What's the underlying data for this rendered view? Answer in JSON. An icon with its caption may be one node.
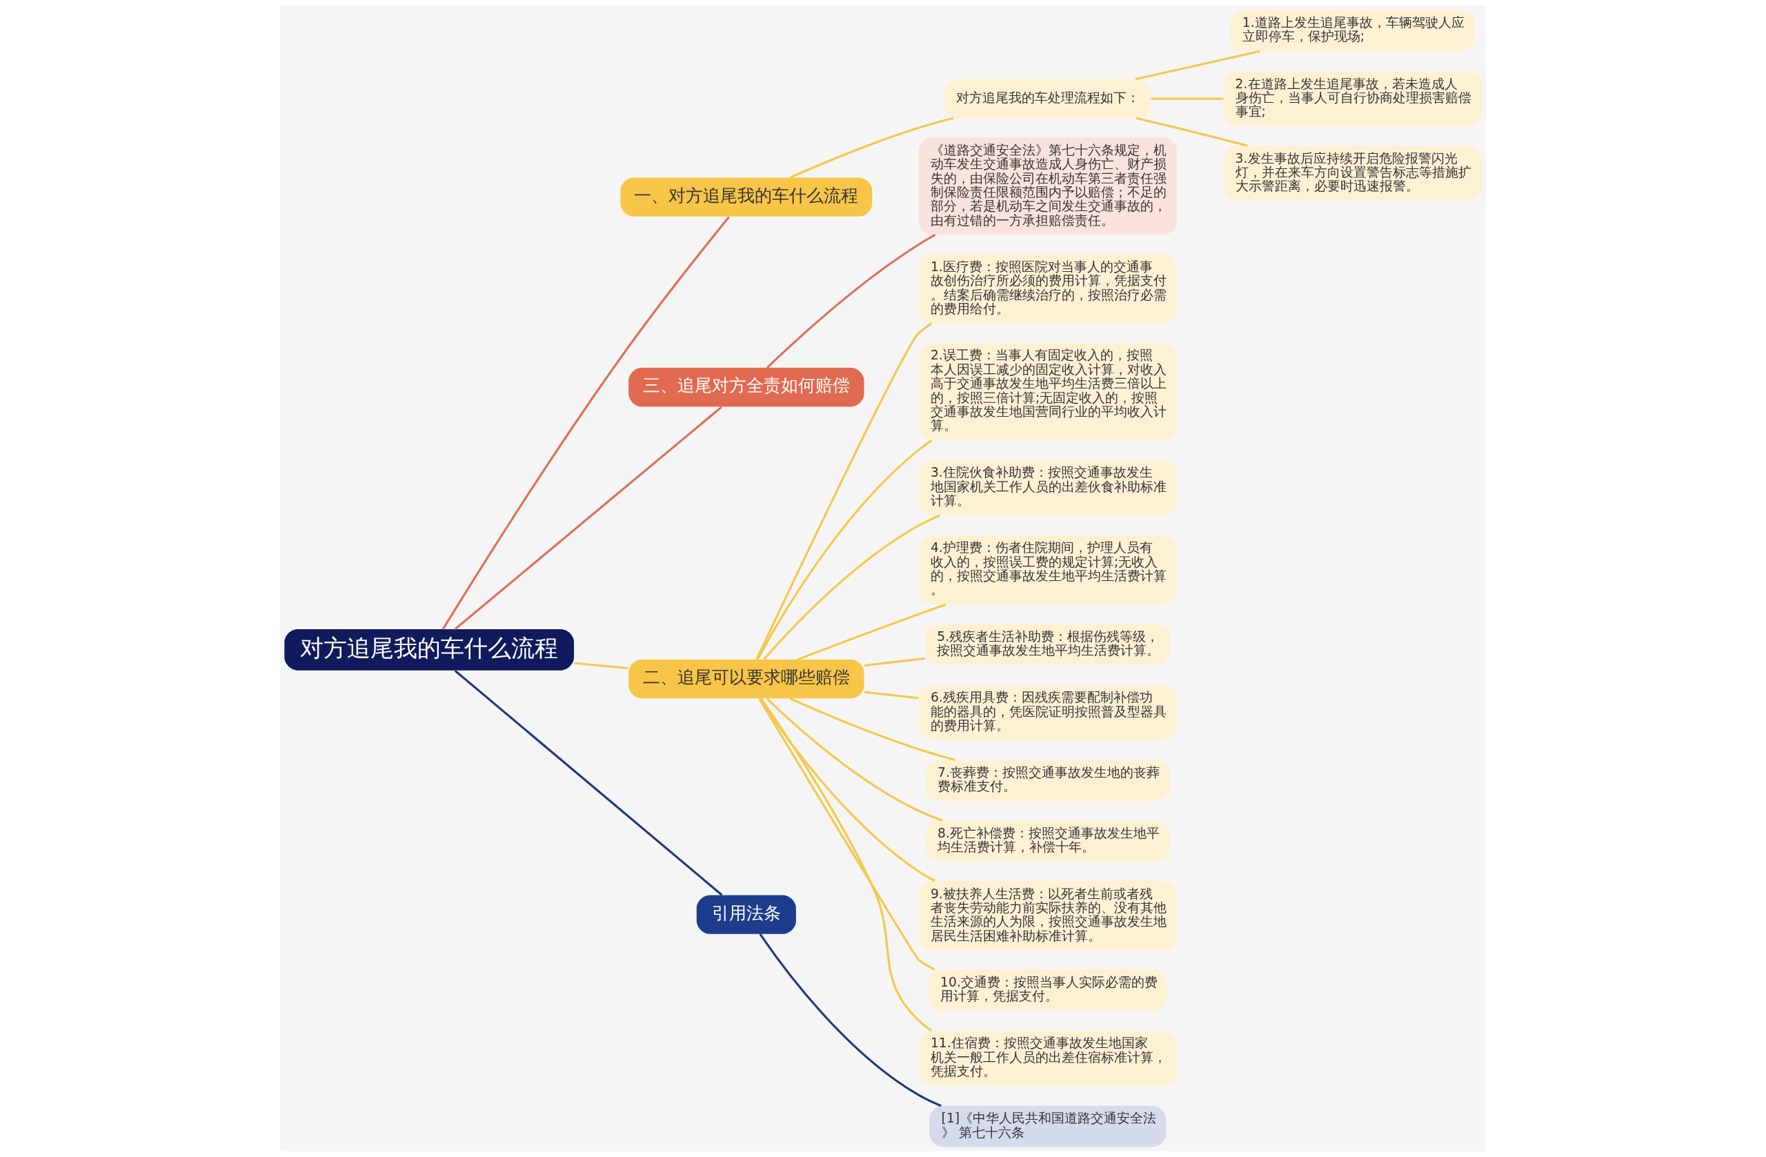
{
  "diagram": {
    "nodes": [
      {
        "text": [
          "对方追尾我的车什么流程"
        ]
      },
      {
        "text": [
          "一、对方追尾我的车什么流程"
        ]
      },
      {
        "text": [
          "对方追尾我的车处理流程如下："
        ]
      },
      {
        "text": [
          "1.道路上发生追尾事故，车辆驾驶人应立即停车，保护现场;"
        ]
      },
      {
        "text": [
          "2.在道路上发生追尾事故，若未造成人身伤亡，当事人可自行协商处理损害赔偿事宜;"
        ]
      },
      {
        "text": [
          "3.发生事故后应持续开启危险报警闪光灯，并在来车方向设置警告标志等措施扩大示警距离，必要时迅速报警。"
        ]
      },
      {
        "text": [
          "三、追尾对方全责如何赔偿"
        ]
      },
      {
        "text": [
          "《道路交通安全法》第七十六条规定，机动车发生交通事故造成人身伤亡、财产损失的，由保险公司在机动车第三者责任强制保险责任限额范围内予以赔偿；不足的部分，若是机动车之间发生交通事故的，由有过错的一方承担赔偿责任。"
        ]
      },
      {
        "text": [
          "二、追尾可以要求哪些赔偿"
        ]
      },
      {
        "text": [
          "1.医疗费：按照医院对当事人的交通事故创伤治疗所必须的费用计算，凭据支付。结案后确需继续治疗的，按照治疗必需的费用给付。"
        ]
      },
      {
        "text": [
          "2.误工费：当事人有固定收入的，按照本人因误工减少的固定收入计算，对收入高于交通事故发生地平均生活费三倍以上的，按照三倍计算;无固定收入的，按照交通事故发生地国营同行业的平均收入计算。"
        ]
      },
      {
        "text": [
          "3.住院伙食补助费：按照交通事故发生地国家机关工作人员的出差伙食补助标准计算。"
        ]
      },
      {
        "text": [
          "4.护理费：伤者住院期间，护理人员有收入的，按照误工费的规定计算;无收入的，按照交通事故发生地平均生活费计算。"
        ]
      },
      {
        "text": [
          "5.残疾者生活补助费：根据伤残等级，按照交通事故发生地平均生活费计算。"
        ]
      },
      {
        "text": [
          "6.残疾用具费：因残疾需要配制补偿功能的器具的，凭医院证明按照普及型器具的费用计算。"
        ]
      },
      {
        "text": [
          "7.丧葬费：按照交通事故发生地的丧葬费标准支付。"
        ]
      },
      {
        "text": [
          "8.死亡补偿费：按照交通事故发生地平均生活费计算，补偿十年。"
        ]
      },
      {
        "text": [
          "9.被扶养人生活费：以死者生前或者残者丧失劳动能力前实际扶养的、没有其他生活来源的人为限，按照交通事故发生地居民生活困难补助标准计算。"
        ]
      },
      {
        "text": [
          "10.交通费：按照当事人实际必需的费用计算，凭据支付。"
        ]
      },
      {
        "text": [
          "11.住宿费：按照交通事故发生地国家机关一般工作人员的出差住宿标准计算，凭据支付。"
        ]
      },
      {
        "text": [
          "引用法条"
        ]
      },
      {
        "text": [
          "[1]《中华人民共和国道路交通安全法》 第七十六条"
        ]
      }
    ],
    "edges": [
      {
        "from": 0,
        "to": 1,
        "arrow": "none",
        "color": "#e0705a"
      },
      {
        "from": 1,
        "to": 2,
        "arrow": "none"
      },
      {
        "from": 2,
        "to": 3,
        "arrow": "none"
      },
      {
        "from": 2,
        "to": 4,
        "arrow": "none"
      },
      {
        "from": 2,
        "to": 5,
        "arrow": "none"
      },
      {
        "from": 0,
        "to": 6,
        "arrow": "none",
        "color": "#e0705a"
      },
      {
        "from": 6,
        "to": 7,
        "arrow": "none",
        "color": "#e0705a"
      },
      {
        "from": 0,
        "to": 8,
        "arrow": "none"
      },
      {
        "from": 8,
        "to": 9,
        "arrow": "none"
      },
      {
        "from": 8,
        "to": 10,
        "arrow": "none"
      },
      {
        "from": 8,
        "to": 11,
        "arrow": "none"
      },
      {
        "from": 8,
        "to": 12,
        "arrow": "none"
      },
      {
        "from": 8,
        "to": 13,
        "arrow": "none"
      },
      {
        "from": 8,
        "to": 14,
        "arrow": "none"
      },
      {
        "from": 8,
        "to": 15,
        "arrow": "none"
      },
      {
        "from": 8,
        "to": 16,
        "arrow": "none"
      },
      {
        "from": 8,
        "to": 17,
        "arrow": "none"
      },
      {
        "from": 8,
        "to": 18,
        "arrow": "none"
      },
      {
        "from": 8,
        "to": 19,
        "arrow": "none"
      },
      {
        "from": 0,
        "to": 20,
        "arrow": "none",
        "color": "#1f3a7a"
      },
      {
        "from": 20,
        "to": 21,
        "arrow": "none",
        "color": "#1f3a7a"
      }
    ]
  }
}
